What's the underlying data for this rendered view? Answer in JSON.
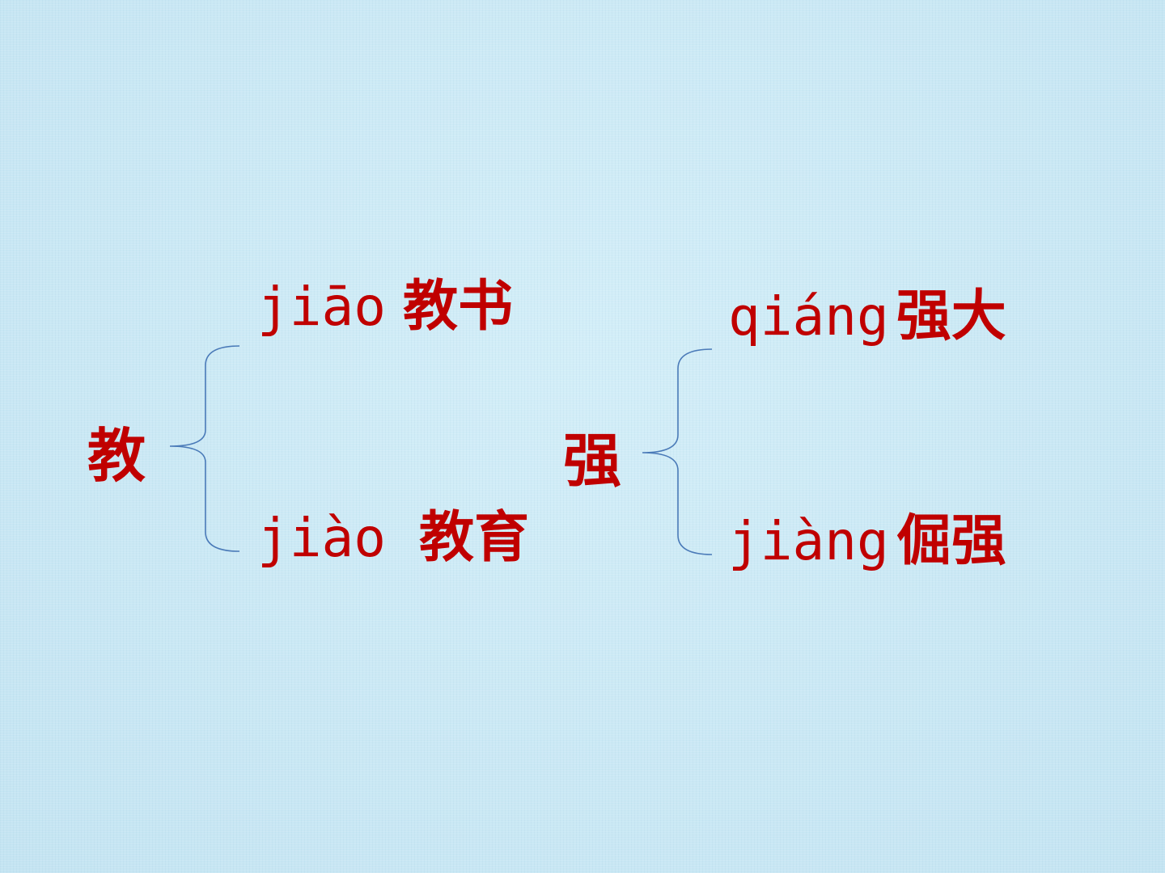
{
  "slide": {
    "groups": [
      {
        "character": "教",
        "readings": [
          {
            "pinyin": "jiāo",
            "word": "教书"
          },
          {
            "pinyin": "jiào",
            "word": "教育"
          }
        ]
      },
      {
        "character": "强",
        "readings": [
          {
            "pinyin": "qiáng",
            "word": "强大"
          },
          {
            "pinyin": "jiàng",
            "word": "倔强"
          }
        ]
      }
    ],
    "colors": {
      "text": "#c00000",
      "brace": "#4a7ab8",
      "background": "#c9e8f4"
    }
  }
}
